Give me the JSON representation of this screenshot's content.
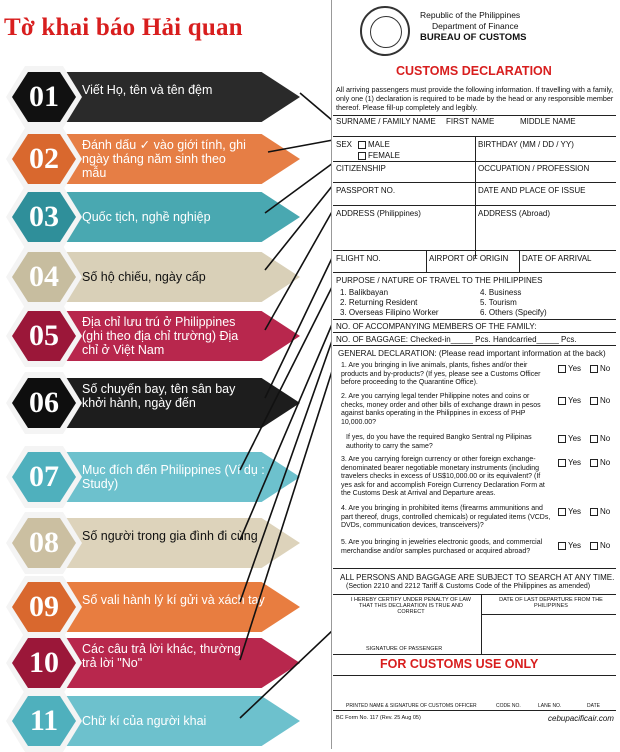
{
  "title": "Tờ khai báo Hải quan",
  "steps": [
    {
      "num": "01",
      "text": "Viết Họ, tên và tên đệm",
      "color": "#2a2a2a",
      "hex": "#111111"
    },
    {
      "num": "02",
      "text": "Đánh dấu ✓ vào giới tính, ghi ngày tháng năm sinh theo mẫu",
      "color": "#e67e45",
      "hex": "#d9682e"
    },
    {
      "num": "03",
      "text": "Quốc tịch, nghề nghiệp",
      "color": "#49a8b1",
      "hex": "#2f8f9a"
    },
    {
      "num": "04",
      "text": "Số hộ chiếu, ngày cấp",
      "color": "#d9d0b8",
      "hex": "#c7bd9f"
    },
    {
      "num": "05",
      "text": "Địa chỉ lưu trú ở Philippines (ghi theo địa chỉ trường) Địa chỉ ở Việt Nam",
      "color": "#b8274d",
      "hex": "#9b1739"
    },
    {
      "num": "06",
      "text": "Số chuyến bay, tên sân bay khởi hành, ngày đến",
      "color": "#1d1d1d",
      "hex": "#0e0e0e"
    },
    {
      "num": "07",
      "text": "Mục đích đến Philippines (Ví dụ : Study)",
      "color": "#6dc1cd",
      "hex": "#4fb0bd"
    },
    {
      "num": "08",
      "text": "Số người trong gia đình đi cùng",
      "color": "#ddd3bb",
      "hex": "#cbbfa1"
    },
    {
      "num": "09",
      "text": "Số vali hành lý kí gửi và xách tay",
      "color": "#e87d40",
      "hex": "#d9682e"
    },
    {
      "num": "10",
      "text": "Các câu trả lời khác, thường trả lời \"No\"",
      "color": "#b8274d",
      "hex": "#9b1739"
    },
    {
      "num": "11",
      "text": "Chữ kí của người khai",
      "color": "#6dc1cd",
      "hex": "#4fb0bd"
    }
  ],
  "form": {
    "agency1": "Republic of the Philippines",
    "agency2": "Department of Finance",
    "agency3": "BUREAU OF CUSTOMS",
    "heading": "CUSTOMS DECLARATION",
    "intro": "All arriving passengers must provide the following information. If travelling with a family, only one (1) declaration is required to be made by the head or any responsible member thereof. Please fill-up completely and legibly.",
    "surname": "SURNAME / FAMILY NAME",
    "firstname": "FIRST NAME",
    "middlename": "MIDDLE NAME",
    "sex": "SEX",
    "male": "MALE",
    "female": "FEMALE",
    "birthday": "BIRTHDAY  (MM / DD / YY)",
    "citizenship": "CITIZENSHIP",
    "occupation": "OCCUPATION / PROFESSION",
    "passport": "PASSPORT NO.",
    "dateplace": "DATE AND PLACE OF ISSUE",
    "addr_ph": "ADDRESS  (Philippines)",
    "addr_abroad": "ADDRESS (Abroad)",
    "flight": "FLIGHT NO.",
    "airport": "AIRPORT OF ORIGIN",
    "arrival": "DATE OF ARRIVAL",
    "purpose": "PURPOSE / NATURE OF TRAVEL TO THE PHILIPPINES",
    "p1": "1.  Balikbayan",
    "p2": "2.  Returning Resident",
    "p3": "3.  Overseas Filipino Worker",
    "p4": "4.  Business",
    "p5": "5.  Tourism",
    "p6": "6.  Others (Specify)",
    "family": "NO. OF ACCOMPANYING MEMBERS OF THE FAMILY:",
    "baggage": "NO. OF BAGGAGE:   Checked-in_____ Pcs.     Handcarried_____ Pcs.",
    "general": "GENERAL DECLARATION:  (Please read important information at the back)",
    "q1": "1. Are you bringing in live animals, plants, fishes and/or their products and by-products? (If yes, please see a Customs Officer before proceeding to the Quarantine Office).",
    "q2": "2. Are you carrying legal tender Philippine notes and coins or checks, money order and other bills of exchange drawn in pesos against banks operating in the Philippines in excess of PHP 10,000.00?",
    "q2b": "If yes, do you have the required Bangko Sentral ng Pilipinas authority to carry the same?",
    "q3": "3. Are you carrying foreign currency or other foreign exchange-denominated bearer negotiable monetary instruments (including travelers checks in excess of US$10,000.00 or its equivalent? (If yes ask for and accomplish Foreign Currency Declaration Form at the Customs Desk at Arrival and Departure areas.",
    "q4": "4. Are you bringing in prohibited items (firearms ammunitions and part thereof, drugs, controlled chemicals) or regulated items (VCDs, DVDs, communication devices, transceivers)?",
    "q5": "5. Are you bringing in  jewelries  electronic goods, and commercial merchandise and/or samples purchased or acquired abroad?",
    "yes": "Yes",
    "no": "No",
    "search": "ALL PERSONS AND BAGGAGE ARE SUBJECT TO SEARCH AT ANY TIME.",
    "section": "(Section 2210 and 2212 Tariff & Customs Code of the Philippines as amended)",
    "certify": "I HEREBY CERTIFY UNDER PENALTY OF LAW THAT THIS DECLARATION IS TRUE AND CORRECT",
    "departure": "DATE OF LAST DEPARTURE FROM THE PHILIPPINES",
    "signature": "SIGNATURE OF PASSENGER",
    "official": "FOR CUSTOMS USE ONLY",
    "printed": "PRINTED NAME & SIGNATURE OF CUSTOMS OFFICER",
    "code": "CODE NO.",
    "lane": "LANE NO.",
    "date": "DATE",
    "formno": "BC Form No. 117 (Rev. 25 Aug  05)",
    "site": "cebupacificair.com"
  }
}
